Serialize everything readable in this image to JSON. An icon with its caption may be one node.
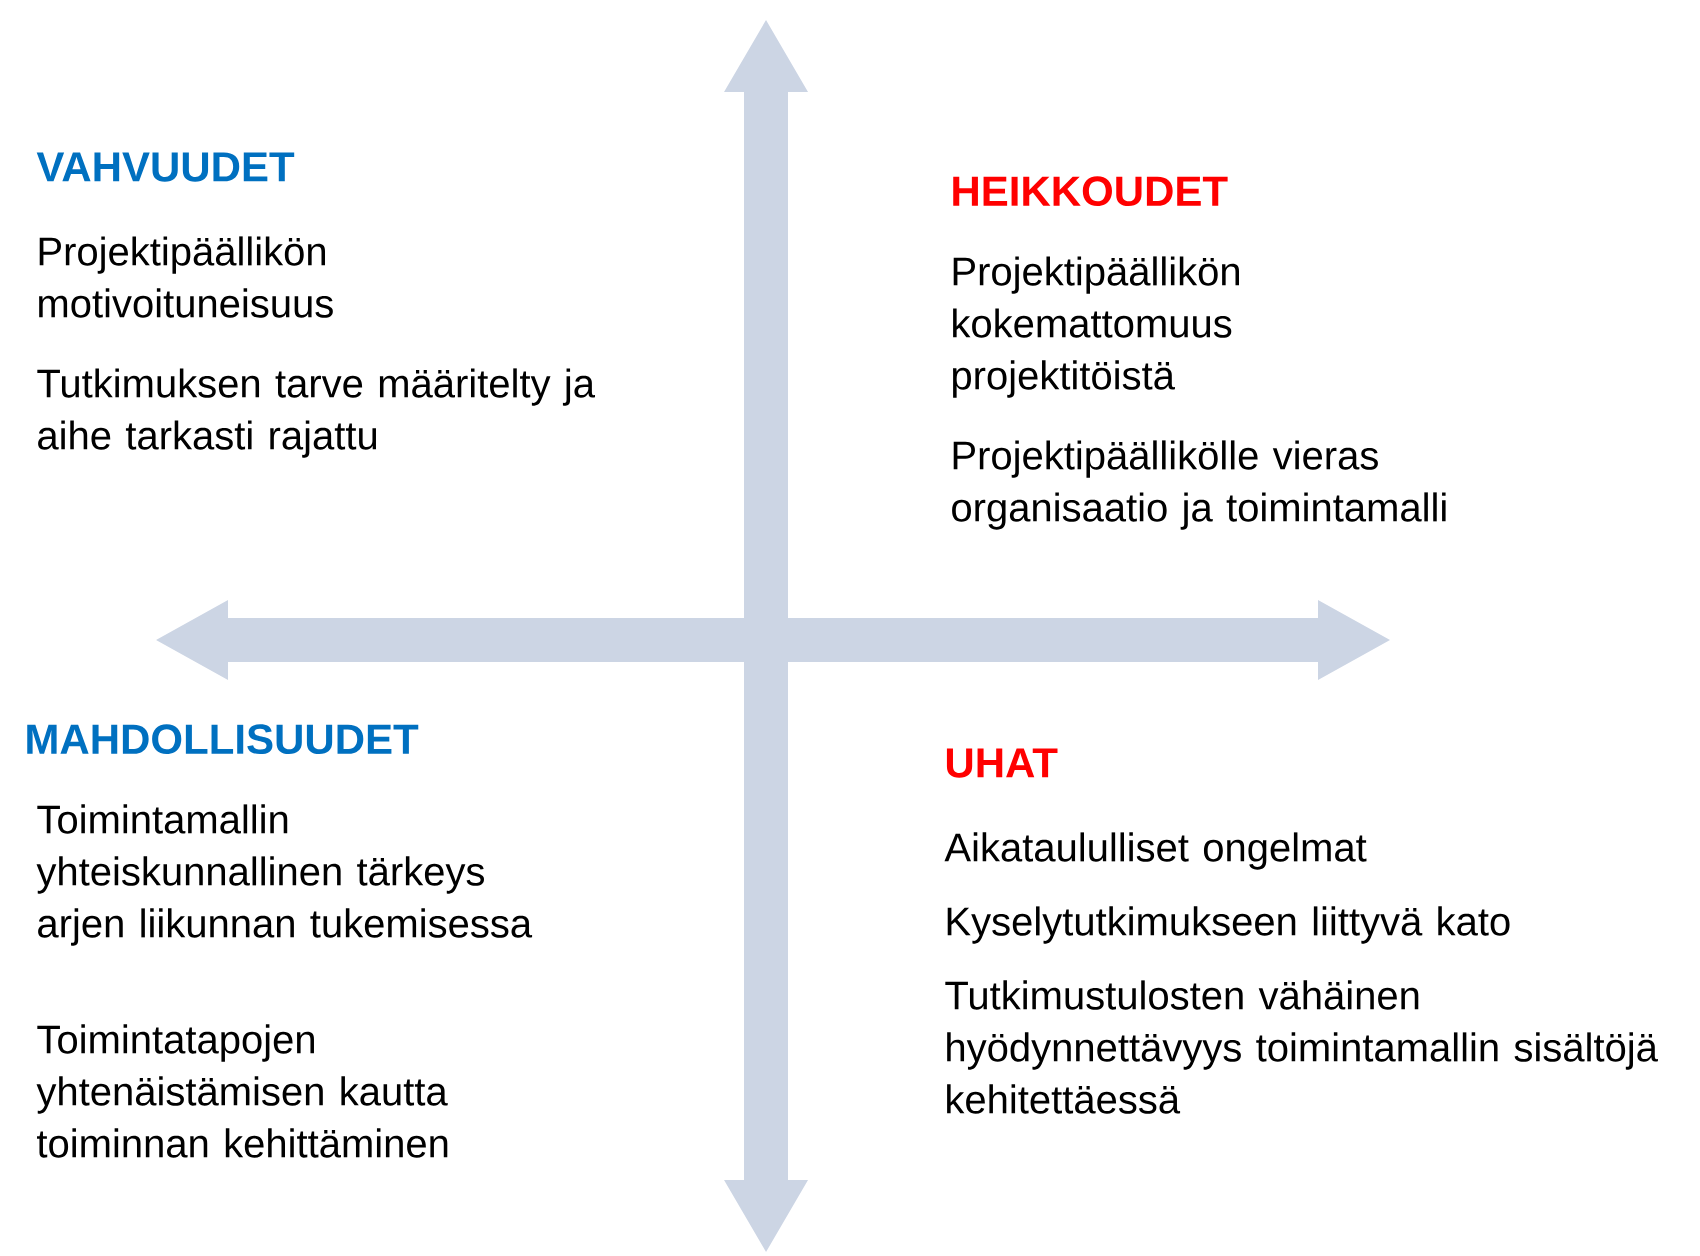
{
  "diagram": {
    "labels": [
      "VAHVUUDET",
      "Projektipäällikön motivoituneisuus",
      "Tutkimuksen tarve määritelty ja aihe tarkasti rajattu",
      "HEIKKOUDET",
      "Projektipäällikön kokemattomuus projektitöistä",
      "Projektipäällikölle vieras organisaatio ja toimintamalli",
      "MAHDOLLISUUDET",
      "Toimintamallin yhteiskunnallinen tärkeys arjen liikunnan tukemisessa",
      "Toimintatapojen yhtenäistämisen kautta toiminnan kehittäminen",
      "UHAT",
      "Aikataululliset ongelmat",
      "Kyselytutkimukseen liittyvä kato",
      "Tutkimustulosten vähäinen hyödynnettävyys toimintamallin sisältöjä kehitettäessä"
    ]
  }
}
